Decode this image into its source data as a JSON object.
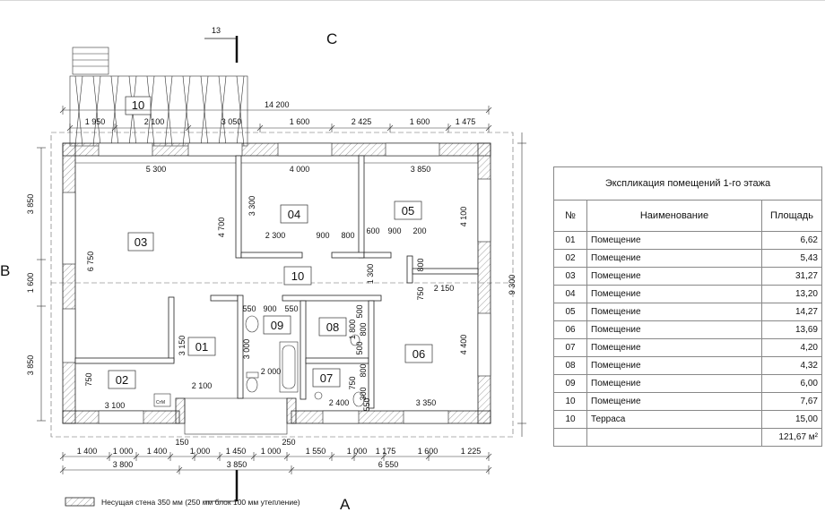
{
  "plan": {
    "axes": {
      "top": "C",
      "bottom": "A",
      "left": "B"
    },
    "section_mark": "13",
    "overall_top": "14 200",
    "overall_right": "9 300",
    "top_chain": [
      "1 950",
      "2 100",
      "3 050",
      "1 600",
      "2 425",
      "1 600",
      "1 475"
    ],
    "left_chain": [
      "3 850",
      "1 600",
      "3 850"
    ],
    "bottom_chain1": [
      "1 400",
      "1 000",
      "1 400",
      "1 000",
      "1 450",
      "1 000",
      "1 550",
      "1 000",
      "1 175",
      "1 600",
      "1 225"
    ],
    "bottom_chain2": [
      "3 800",
      "3 850",
      "6 550"
    ],
    "bottom_small": [
      "150",
      "250"
    ],
    "interior_dims": {
      "d5300": "5 300",
      "d4000": "4 000",
      "d3850": "3 850",
      "d6750": "6 750",
      "d4700": "4 700",
      "d3300": "3 300",
      "d4100": "4 100",
      "d2300": "2 300",
      "d900a": "900",
      "d800a": "800",
      "d600": "600",
      "d900b": "900",
      "d200": "200",
      "d1300": "1 300",
      "d800b": "800",
      "d750a": "750",
      "d2150": "2 150",
      "d550a": "550",
      "d900c": "900",
      "d550b": "550",
      "d3150": "3 150",
      "d3000": "3 000",
      "d2000": "2 000",
      "d1800": "1 800",
      "d800c": "800",
      "d500a": "500",
      "d500b": "500",
      "d800d": "800",
      "d300": "300",
      "d750b": "750",
      "d550c": "550",
      "d4400": "4 400",
      "d2100": "2 100",
      "d3100": "3 100",
      "d750c": "750",
      "d2400": "2 400",
      "d3350": "3 350"
    },
    "room_labels": [
      "01",
      "02",
      "03",
      "04",
      "05",
      "06",
      "07",
      "08",
      "09",
      "10",
      "10"
    ],
    "boiler_label": "СтМ",
    "legend": "Несущая стена 350 мм (250 мм блок 100 мм утепление)"
  },
  "schedule": {
    "title": "Экспликация помещений 1-го этажа",
    "headers": [
      "№",
      "Наименование",
      "Площадь"
    ],
    "rows": [
      [
        "01",
        "Помещение",
        "6,62"
      ],
      [
        "02",
        "Помещение",
        "5,43"
      ],
      [
        "03",
        "Помещение",
        "31,27"
      ],
      [
        "04",
        "Помещение",
        "13,20"
      ],
      [
        "05",
        "Помещение",
        "14,27"
      ],
      [
        "06",
        "Помещение",
        "13,69"
      ],
      [
        "07",
        "Помещение",
        "4,20"
      ],
      [
        "08",
        "Помещение",
        "4,32"
      ],
      [
        "09",
        "Помещение",
        "6,00"
      ],
      [
        "10",
        "Помещение",
        "7,67"
      ],
      [
        "10",
        "Терраса",
        "15,00"
      ]
    ],
    "total": "121,67 м²"
  }
}
